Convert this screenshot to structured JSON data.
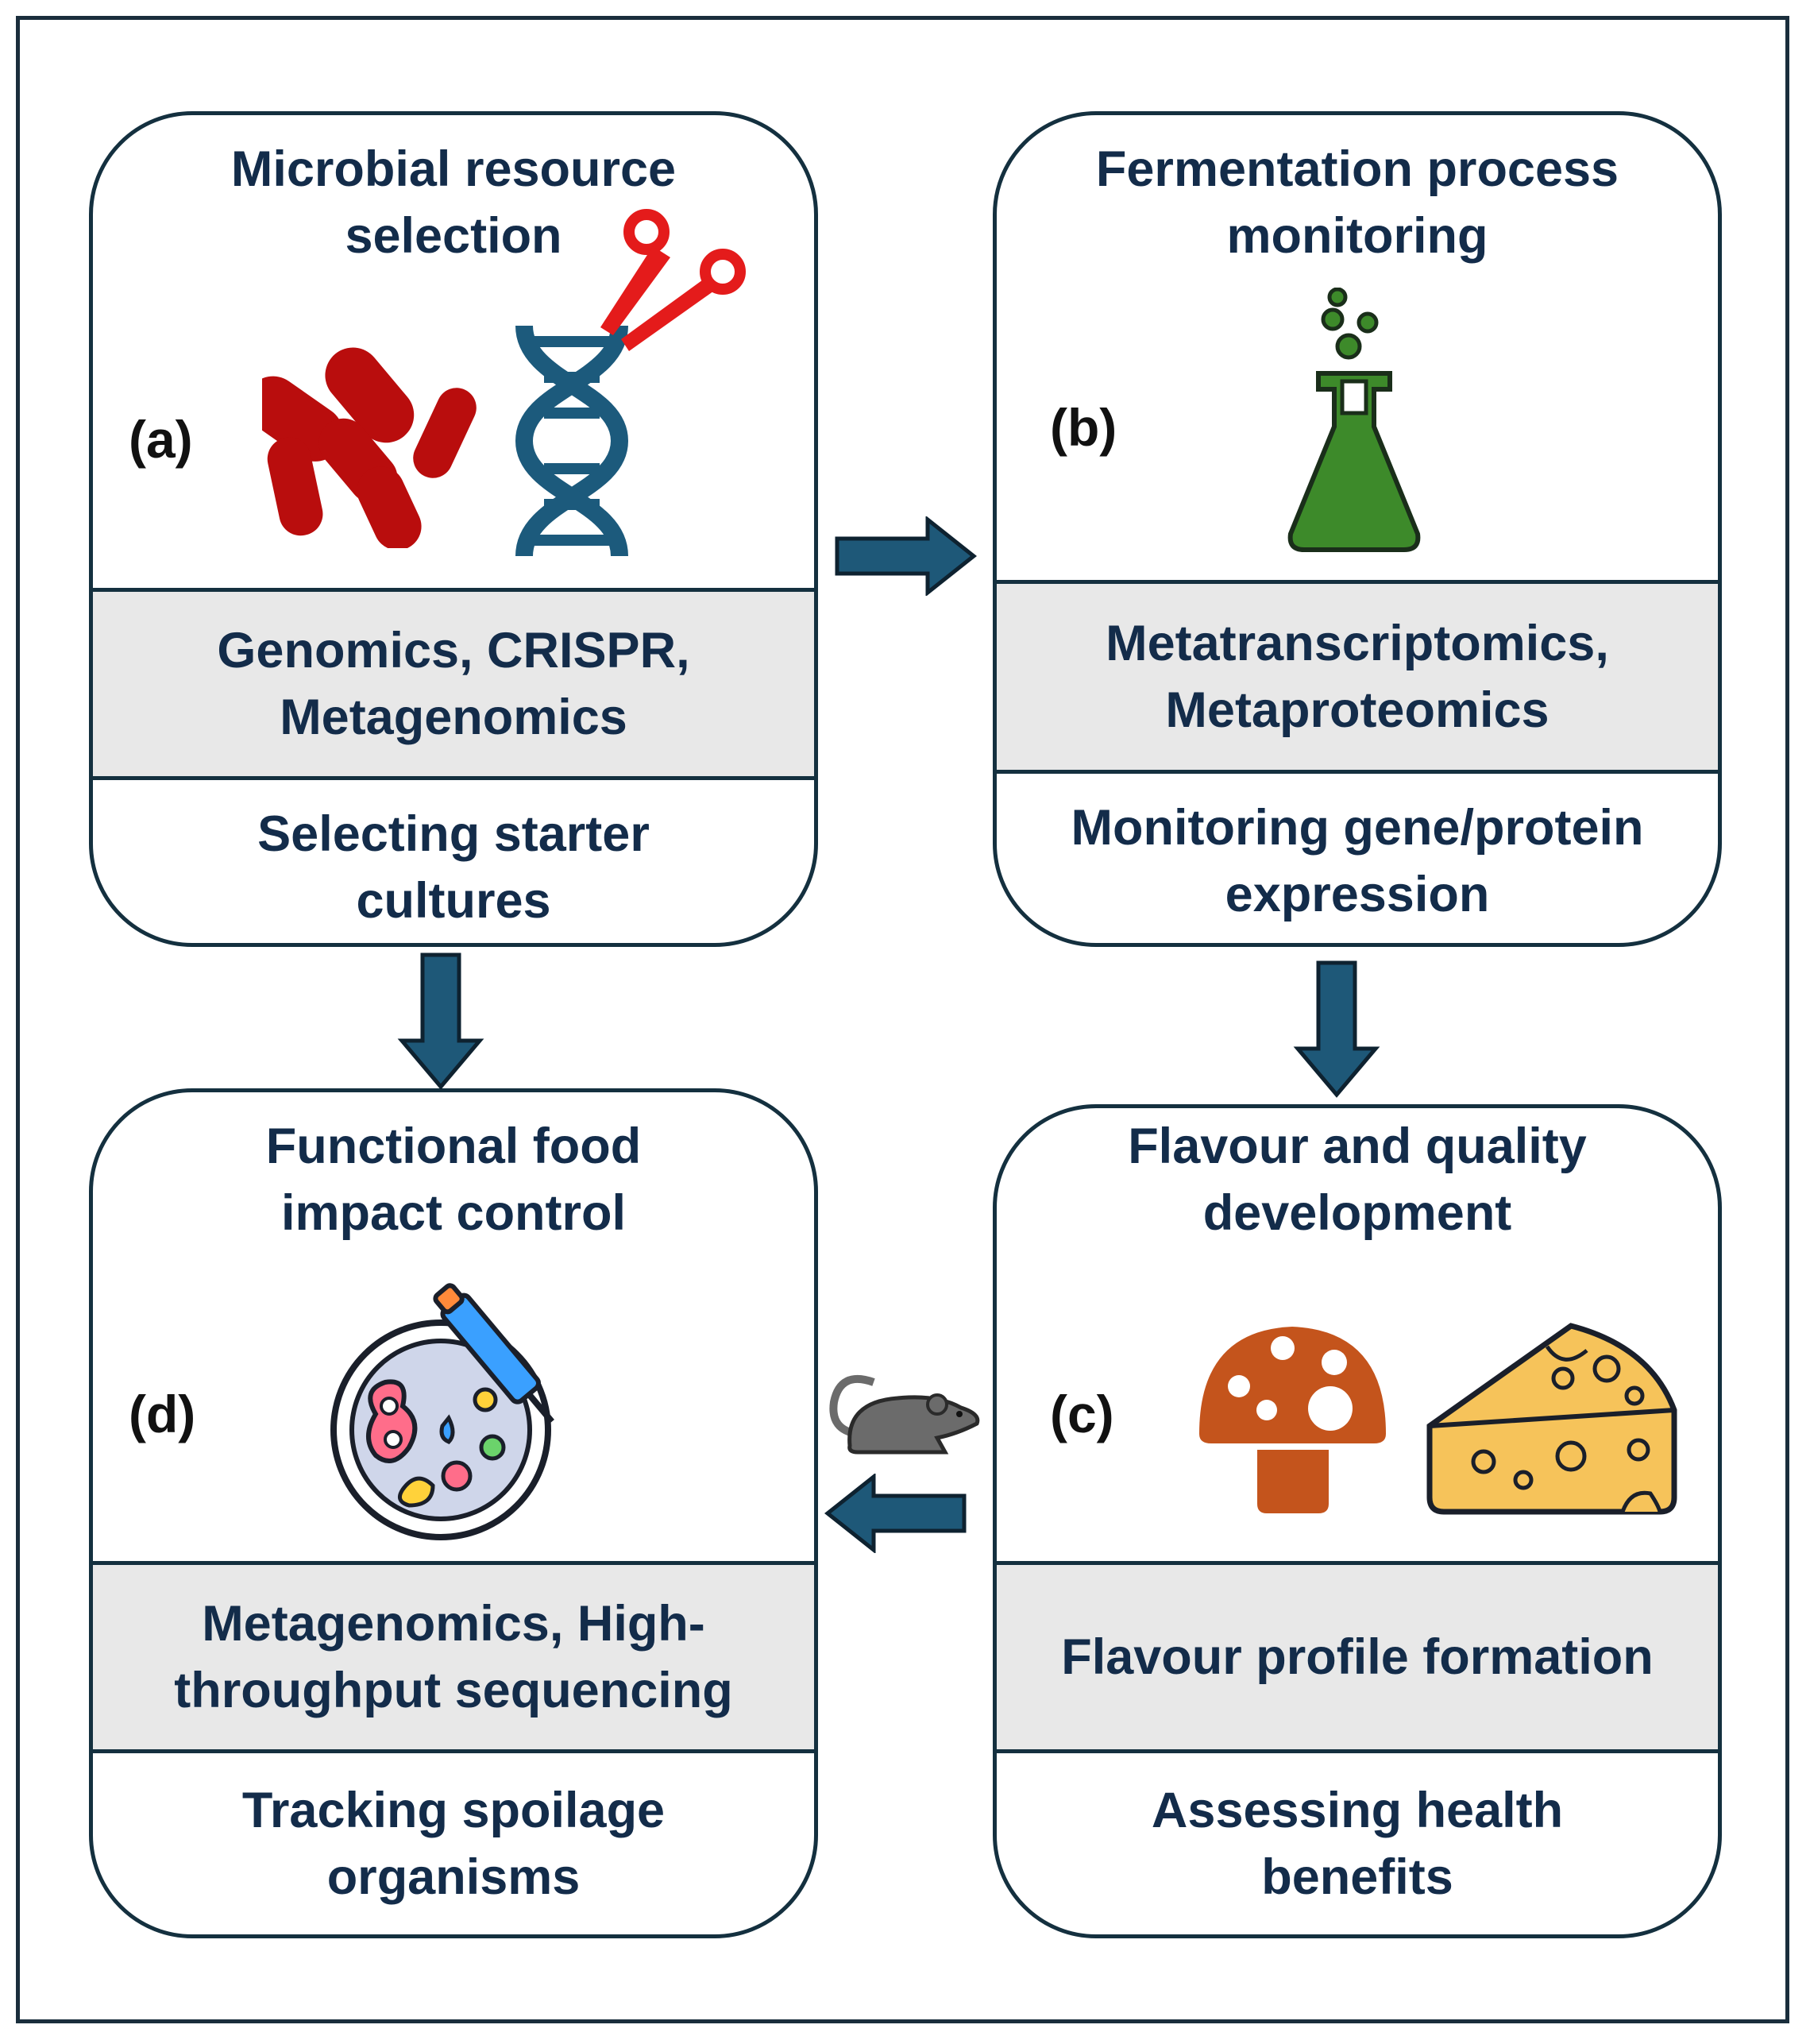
{
  "cards": {
    "a": {
      "label": "(a)",
      "title_1": "Microbial resource",
      "title_2": "selection",
      "band_1": "Genomics, CRISPR,",
      "band_2": "Metagenomics",
      "foot_1": "Selecting starter",
      "foot_2": "cultures"
    },
    "b": {
      "label": "(b)",
      "title_1": "Fermentation process",
      "title_2": "monitoring",
      "band_1": "Metatranscriptomics,",
      "band_2": "Metaproteomics",
      "foot_1": "Monitoring gene/protein",
      "foot_2": "expression"
    },
    "c": {
      "label": "(c)",
      "title_1": "Flavour and quality",
      "title_2": "development",
      "band_1": "Flavour profile formation",
      "foot_1": "Assessing health",
      "foot_2": "benefits"
    },
    "d": {
      "label": "(d)",
      "title_1": "Functional food",
      "title_2": "impact control",
      "band_1": "Metagenomics, High-",
      "band_2": "throughput sequencing",
      "foot_1": "Tracking spoilage",
      "foot_2": "organisms"
    }
  },
  "icons": [
    "bacteria-icon",
    "dna-icon",
    "scissors-icon",
    "flask-icon",
    "mushroom-icon",
    "cheese-icon",
    "mouse-icon",
    "petri-dish-icon"
  ],
  "colors": {
    "text": "#132c4a",
    "border": "#14303f",
    "band": "#e8e8e8",
    "arrow": "#1e5878",
    "bacteria": "#b90d0d",
    "dna": "#1c5a7c",
    "scissors": "#e41b1b",
    "flask": "#3d8a2a",
    "mushroom": "#c4541c",
    "cheese": "#f6c35a",
    "mouse": "#6b6b6b"
  }
}
